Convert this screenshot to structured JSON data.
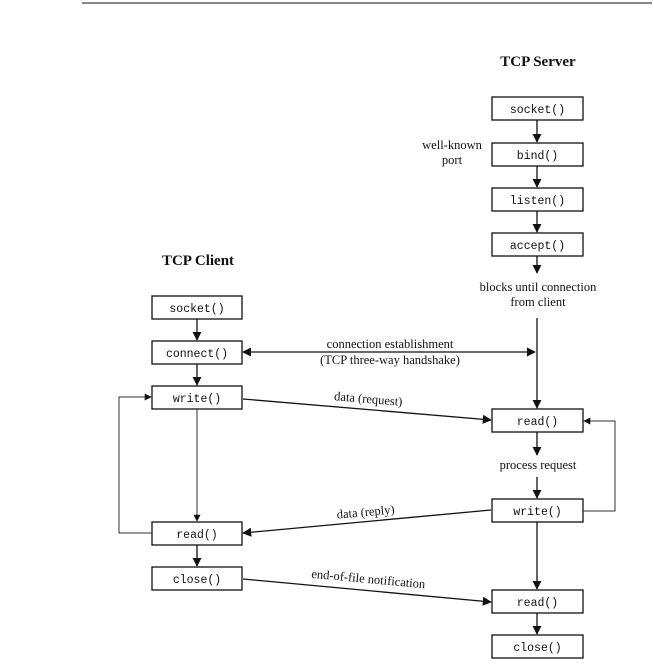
{
  "server": {
    "title": "TCP Server",
    "calls": {
      "socket": "socket()",
      "bind": "bind()",
      "listen": "listen()",
      "accept": "accept()",
      "read1": "read()",
      "write": "write()",
      "read2": "read()",
      "close": "close()"
    },
    "well_known_port_line1": "well-known",
    "well_known_port_line2": "port",
    "blocks_line1": "blocks until connection",
    "blocks_line2": "from client",
    "process_request": "process request"
  },
  "client": {
    "title": "TCP Client",
    "calls": {
      "socket": "socket()",
      "connect": "connect()",
      "write": "write()",
      "read": "read()",
      "close": "close()"
    }
  },
  "messages": {
    "connection_line1": "connection establishment",
    "connection_line2": "(TCP three-way handshake)",
    "data_request": "data (request)",
    "data_reply": "data (reply)",
    "eof": "end-of-file notification"
  }
}
